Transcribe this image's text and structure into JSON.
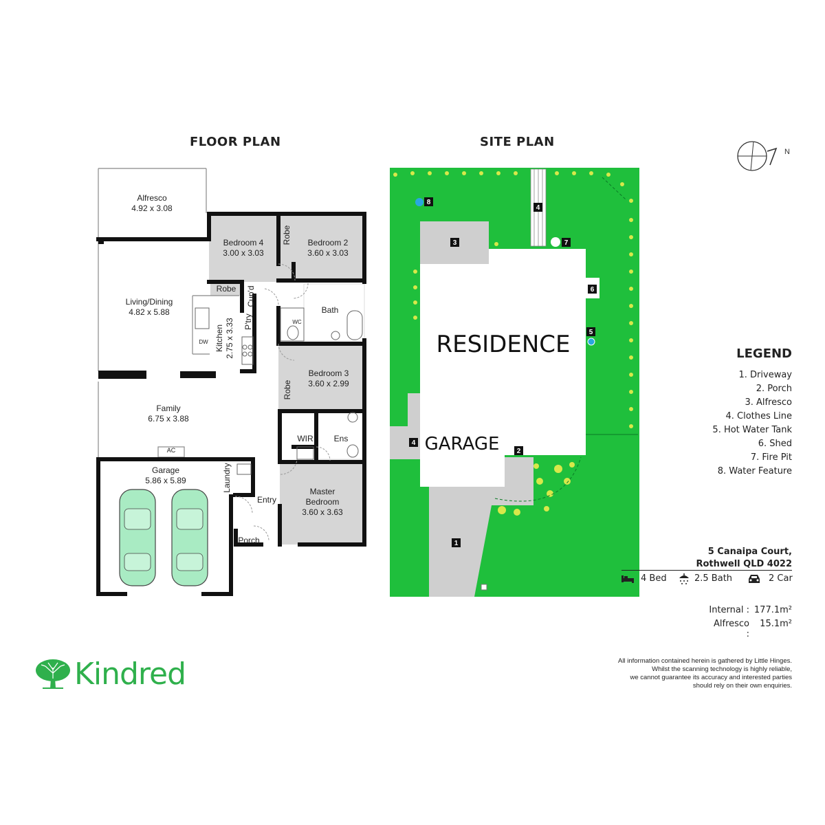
{
  "floor_plan": {
    "heading": "FLOOR PLAN",
    "rooms": [
      {
        "id": "alfresco",
        "name": "Alfresco",
        "dims": "4.92 x 3.08"
      },
      {
        "id": "bed4",
        "name": "Bedroom 4",
        "dims": "3.00 x 3.03"
      },
      {
        "id": "bed2",
        "name": "Bedroom 2",
        "dims": "3.60 x 3.03"
      },
      {
        "id": "living",
        "name": "Living/Dining",
        "dims": "4.82 x 5.88"
      },
      {
        "id": "kitchen",
        "name": "Kitchen",
        "dims": "2.75 x 3.33"
      },
      {
        "id": "bed3",
        "name": "Bedroom 3",
        "dims": "3.60 x 2.99"
      },
      {
        "id": "family",
        "name": "Family",
        "dims": "6.75 x 3.88"
      },
      {
        "id": "garage",
        "name": "Garage",
        "dims": "5.86 x 5.89"
      },
      {
        "id": "master",
        "name": "Master",
        "name2": "Bedroom",
        "dims": "3.60 x 3.63"
      }
    ],
    "labels": {
      "robe": "Robe",
      "cupd": "Cup'd",
      "ptry": "P'try",
      "bath": "Bath",
      "wc": "WC",
      "dw": "DW",
      "wir": "WIR",
      "ens": "Ens",
      "ac": "AC",
      "laundry": "Laundry",
      "entry": "Entry",
      "porch": "Porch"
    }
  },
  "site_plan": {
    "heading": "SITE PLAN",
    "residence": "RESIDENCE",
    "garage": "GARAGE",
    "markers": [
      "1",
      "2",
      "3",
      "4",
      "5",
      "6",
      "7",
      "8"
    ],
    "north": "N",
    "colors": {
      "lawn": "#1fbf3c",
      "hardstand": "#cfcfcf",
      "building": "#ffffff"
    }
  },
  "legend": {
    "title": "LEGEND",
    "items": [
      "1. Driveway",
      "2. Porch",
      "3. Alfresco",
      "4. Clothes Line",
      "5. Hot Water Tank",
      "6. Shed",
      "7. Fire Pit",
      "8. Water Feature"
    ]
  },
  "property": {
    "address_line1": "5 Canaipa Court,",
    "address_line2": "Rothwell QLD 4022",
    "bed": "4 Bed",
    "bath": "2.5 Bath",
    "car": "2 Car",
    "internal_label": "Internal :",
    "internal_value": "177.1m²",
    "alfresco_label": "Alfresco :",
    "alfresco_value": "15.1m²"
  },
  "disclaimer": [
    "All information contained herein is gathered by Little Hinges.",
    "Whilst the scanning technology is highly reliable,",
    "we cannot guarantee its accuracy and interested parties",
    "should rely on their own enquiries."
  ],
  "brand": {
    "name": "Kindred",
    "color": "#2fb04c"
  }
}
